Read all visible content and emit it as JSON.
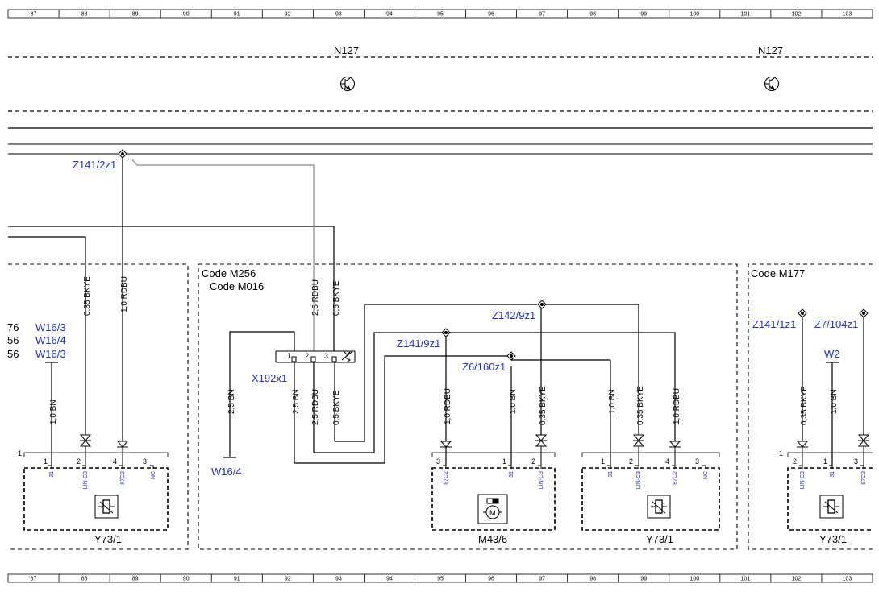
{
  "ruler": [
    "87",
    "88",
    "89",
    "90",
    "91",
    "92",
    "93",
    "94",
    "95",
    "96",
    "97",
    "98",
    "99",
    "100",
    "101",
    "102",
    "103"
  ],
  "top": {
    "n127_left": "N127",
    "n127_right": "N127"
  },
  "codes": {
    "m256": "Code M256",
    "m016": "Code M016",
    "m177": "Code M177"
  },
  "refs": {
    "z141_2z1": "Z141/2z1",
    "z142_9z1": "Z142/9z1",
    "z141_9z1": "Z141/9z1",
    "z6_160z1": "Z6/160z1",
    "z141_1z1": "Z141/1z1",
    "z7_104z1": "Z7/104z1",
    "x192x1": "X192x1",
    "w2": "W2",
    "w16_4_b": "W16/4",
    "w16_3a": "W16/3",
    "w16_4a": "W16/4",
    "w16_3b": "W16/3",
    "frag1": "76",
    "frag2": "56",
    "frag3": "56"
  },
  "wires": {
    "left_bkye": "0,35 BKYE",
    "left_rdbu": "1,0 RDBU",
    "left_bn": "1,0 BN",
    "c_rdbu_top": "2,5 RDBU",
    "c_bkye_top": "0,5 BKYE",
    "c_bn_left": "2,5 BN",
    "c_bn_x": "2,5 BN",
    "c_rdbu_x": "2,5 RDBU",
    "c_bkye_x": "0,5 BKYE",
    "m_rdbu": "1,0 RDBU",
    "m_bn": "1,0 BN",
    "m_bkye": "0,35 BKYE",
    "r_bn": "1,0 BN",
    "r_bkye": "0,35 BKYE",
    "r_rdbu": "1,0 RDBU",
    "rr_bkye": "0,35 BKYE",
    "rr_bn": "1,0 BN"
  },
  "pins": {
    "p1": "1",
    "p2": "2",
    "p3": "3",
    "p4": "4",
    "s31": "31",
    "slin": "LIN-C3",
    "s87": "87C2",
    "snc": "NC"
  },
  "components": {
    "y73_left": "Y73/1",
    "m43": "M43/6",
    "y73_mid": "Y73/1",
    "y73_right": "Y73/1"
  }
}
